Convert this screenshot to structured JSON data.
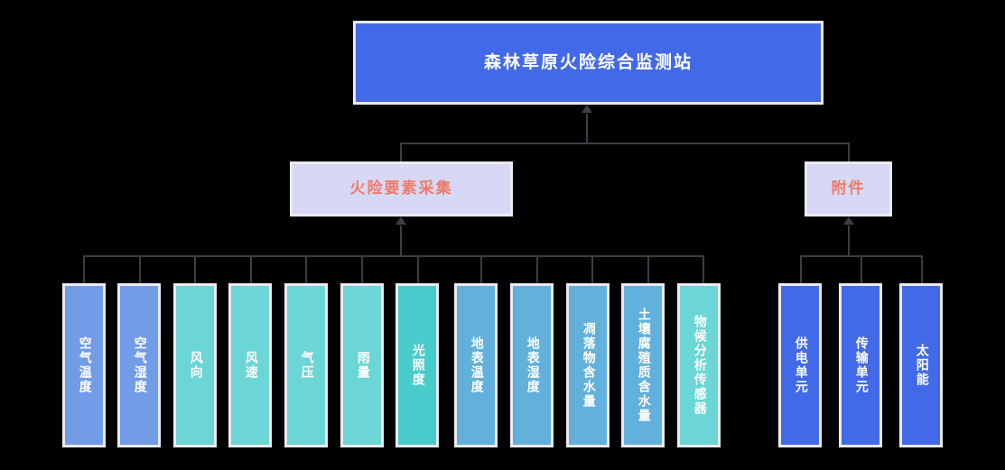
{
  "diagram": {
    "type": "org-chart",
    "background_color": "#000000",
    "connector_color": "#3d3d47",
    "node_border_color": "#eceaf2",
    "root": {
      "label": "森林草原火险综合监测站",
      "fill": "#4269e8",
      "text_color": "#ffffff"
    },
    "branches": [
      {
        "label": "火险要素采集",
        "fill": "#d6d8f5",
        "text_color": "#ef7b68"
      },
      {
        "label": "附件",
        "fill": "#d6d8f5",
        "text_color": "#ef7b68"
      }
    ],
    "collection_leaves": [
      {
        "label": "空气温度",
        "fill": "#729be8"
      },
      {
        "label": "空气湿度",
        "fill": "#729be8"
      },
      {
        "label": "风向",
        "fill": "#6cd5d5"
      },
      {
        "label": "风速",
        "fill": "#6cd5d5"
      },
      {
        "label": "气压",
        "fill": "#6cd5d5"
      },
      {
        "label": "雨量",
        "fill": "#6cd5d5"
      },
      {
        "label": "光照度",
        "fill": "#48cbcb"
      },
      {
        "label": "地表温度",
        "fill": "#62b0dc"
      },
      {
        "label": "地表湿度",
        "fill": "#62b0dc"
      },
      {
        "label": "凋落物含水量",
        "fill": "#62b0dc"
      },
      {
        "label": "土壤腐殖质含水量",
        "fill": "#62b0dc"
      },
      {
        "label": "物候分析传感器",
        "fill": "#6cd5d5"
      }
    ],
    "accessory_leaves": [
      {
        "label": "供电单元",
        "fill": "#4269e8"
      },
      {
        "label": "传输单元",
        "fill": "#4269e8"
      },
      {
        "label": "太阳能",
        "fill": "#4269e8"
      }
    ]
  }
}
